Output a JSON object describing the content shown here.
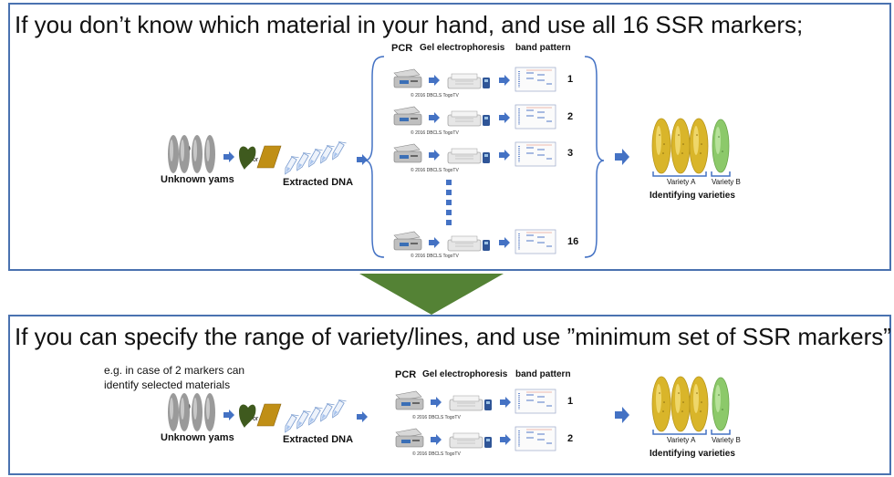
{
  "top": {
    "title": "If you don’t know which material in your hand, and use all 16 SSR markers;",
    "header_pcr": "PCR",
    "header_gel": "Gel electrophoresis",
    "header_band": "band pattern",
    "rows": [
      "1",
      "2",
      "3",
      "16"
    ],
    "credit": "© 2016 DBCLS TogoTV",
    "unknown_label": "Unknown yams",
    "question_mark": "?",
    "or_label": "or",
    "dna_label": "Extracted DNA",
    "variety_a": "Variety A",
    "variety_b": "Variety B",
    "result_label": "Identifying varieties"
  },
  "bottom": {
    "title": "If you can specify the range of variety/lines, and use ”minimum set of SSR markers”",
    "note_line1": "e.g. in case of 2 markers can",
    "note_line2": "identify selected materials",
    "header_pcr": "PCR",
    "header_gel": "Gel electrophoresis",
    "header_band": "band pattern",
    "rows": [
      "1",
      "2"
    ],
    "credit": "© 2016 DBCLS TogoTV",
    "unknown_label": "Unknown yams",
    "question_mark": "?",
    "or_label": "or",
    "dna_label": "Extracted DNA",
    "variety_a": "Variety A",
    "variety_b": "Variety B",
    "result_label": "Identifying varieties"
  },
  "colors": {
    "border": "#4a72b0",
    "arrow": "#4472c4",
    "down_arrow": "#548235",
    "yam_yellow": "#d9b52a",
    "yam_green": "#8cc96a",
    "leaf": "#3f5a1e",
    "tuber": "#c08f16"
  }
}
